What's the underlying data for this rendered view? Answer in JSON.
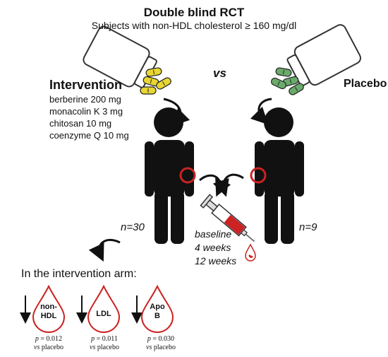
{
  "header": {
    "title": "Double blind RCT",
    "subtitle": "Subjects with non-HDL cholesterol ≥ 160 mg/dl"
  },
  "intervention": {
    "title": "Intervention",
    "compounds": [
      "berberine 200 mg",
      "monacolin K 3 mg",
      "chitosan 10 mg",
      "coenzyme Q 10 mg"
    ],
    "n": "n=30",
    "pill_color": "#e8d632"
  },
  "comparator": "vs",
  "placebo": {
    "title": "Placebo",
    "n": "n=9",
    "pill_color": "#6aaa6a"
  },
  "blood_sampling": {
    "timepoints": [
      "baseline",
      "4 weeks",
      "12 weeks"
    ]
  },
  "results": {
    "header": "In the intervention arm:",
    "items": [
      {
        "label_lines": [
          "non-",
          "HDL"
        ],
        "p": "= 0.012",
        "vs": "placebo"
      },
      {
        "label_lines": [
          "LDL"
        ],
        "p": "= 0.011",
        "vs": "placebo"
      },
      {
        "label_lines": [
          "Apo",
          "B"
        ],
        "p": "= 0.030",
        "vs": "placebo"
      }
    ]
  },
  "colors": {
    "highlight_red": "#cc2222",
    "figure_black": "#111111"
  }
}
